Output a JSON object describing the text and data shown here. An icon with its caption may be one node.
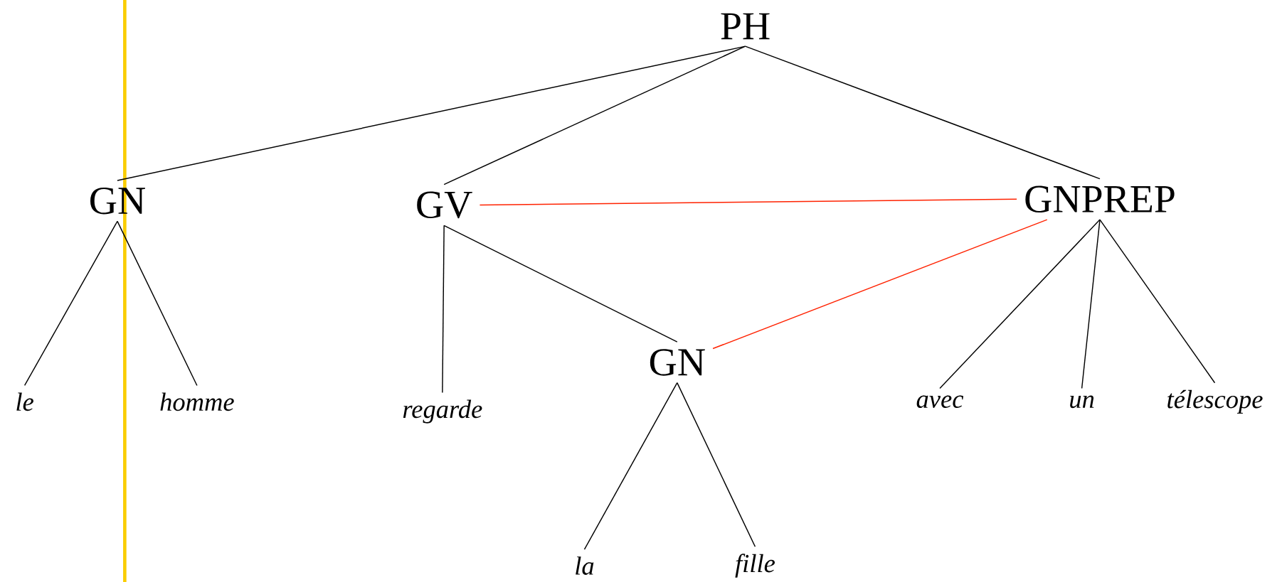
{
  "diagram": {
    "nodes": [
      {
        "text": [
          "PH"
        ]
      },
      {
        "text": [
          "GN"
        ]
      },
      {
        "text": [
          "GV"
        ]
      },
      {
        "text": [
          "GNPREP"
        ]
      },
      {
        "text": [
          "le"
        ]
      },
      {
        "text": [
          "homme"
        ]
      },
      {
        "text": [
          "regarde"
        ]
      },
      {
        "text": [
          "GN"
        ]
      },
      {
        "text": [
          "la"
        ]
      },
      {
        "text": [
          "fille"
        ]
      },
      {
        "text": [
          "avec"
        ]
      },
      {
        "text": [
          "un"
        ]
      },
      {
        "text": [
          "télescope"
        ]
      }
    ],
    "edges": [
      {
        "from": 0,
        "to": 1,
        "arrow": "none"
      },
      {
        "from": 0,
        "to": 2,
        "arrow": "none"
      },
      {
        "from": 0,
        "to": 3,
        "arrow": "none"
      },
      {
        "from": 1,
        "to": 4,
        "arrow": "none"
      },
      {
        "from": 1,
        "to": 5,
        "arrow": "none"
      },
      {
        "from": 2,
        "to": 6,
        "arrow": "none"
      },
      {
        "from": 2,
        "to": 7,
        "arrow": "none"
      },
      {
        "from": 7,
        "to": 8,
        "arrow": "none"
      },
      {
        "from": 7,
        "to": 9,
        "arrow": "none"
      },
      {
        "from": 3,
        "to": 10,
        "arrow": "none"
      },
      {
        "from": 3,
        "to": 11,
        "arrow": "none"
      },
      {
        "from": 3,
        "to": 12,
        "arrow": "none"
      },
      {
        "from": 2,
        "to": 3,
        "arrow": "none",
        "color": "#ff2200"
      },
      {
        "from": 7,
        "to": 3,
        "arrow": "none",
        "color": "#ff2200"
      }
    ]
  }
}
